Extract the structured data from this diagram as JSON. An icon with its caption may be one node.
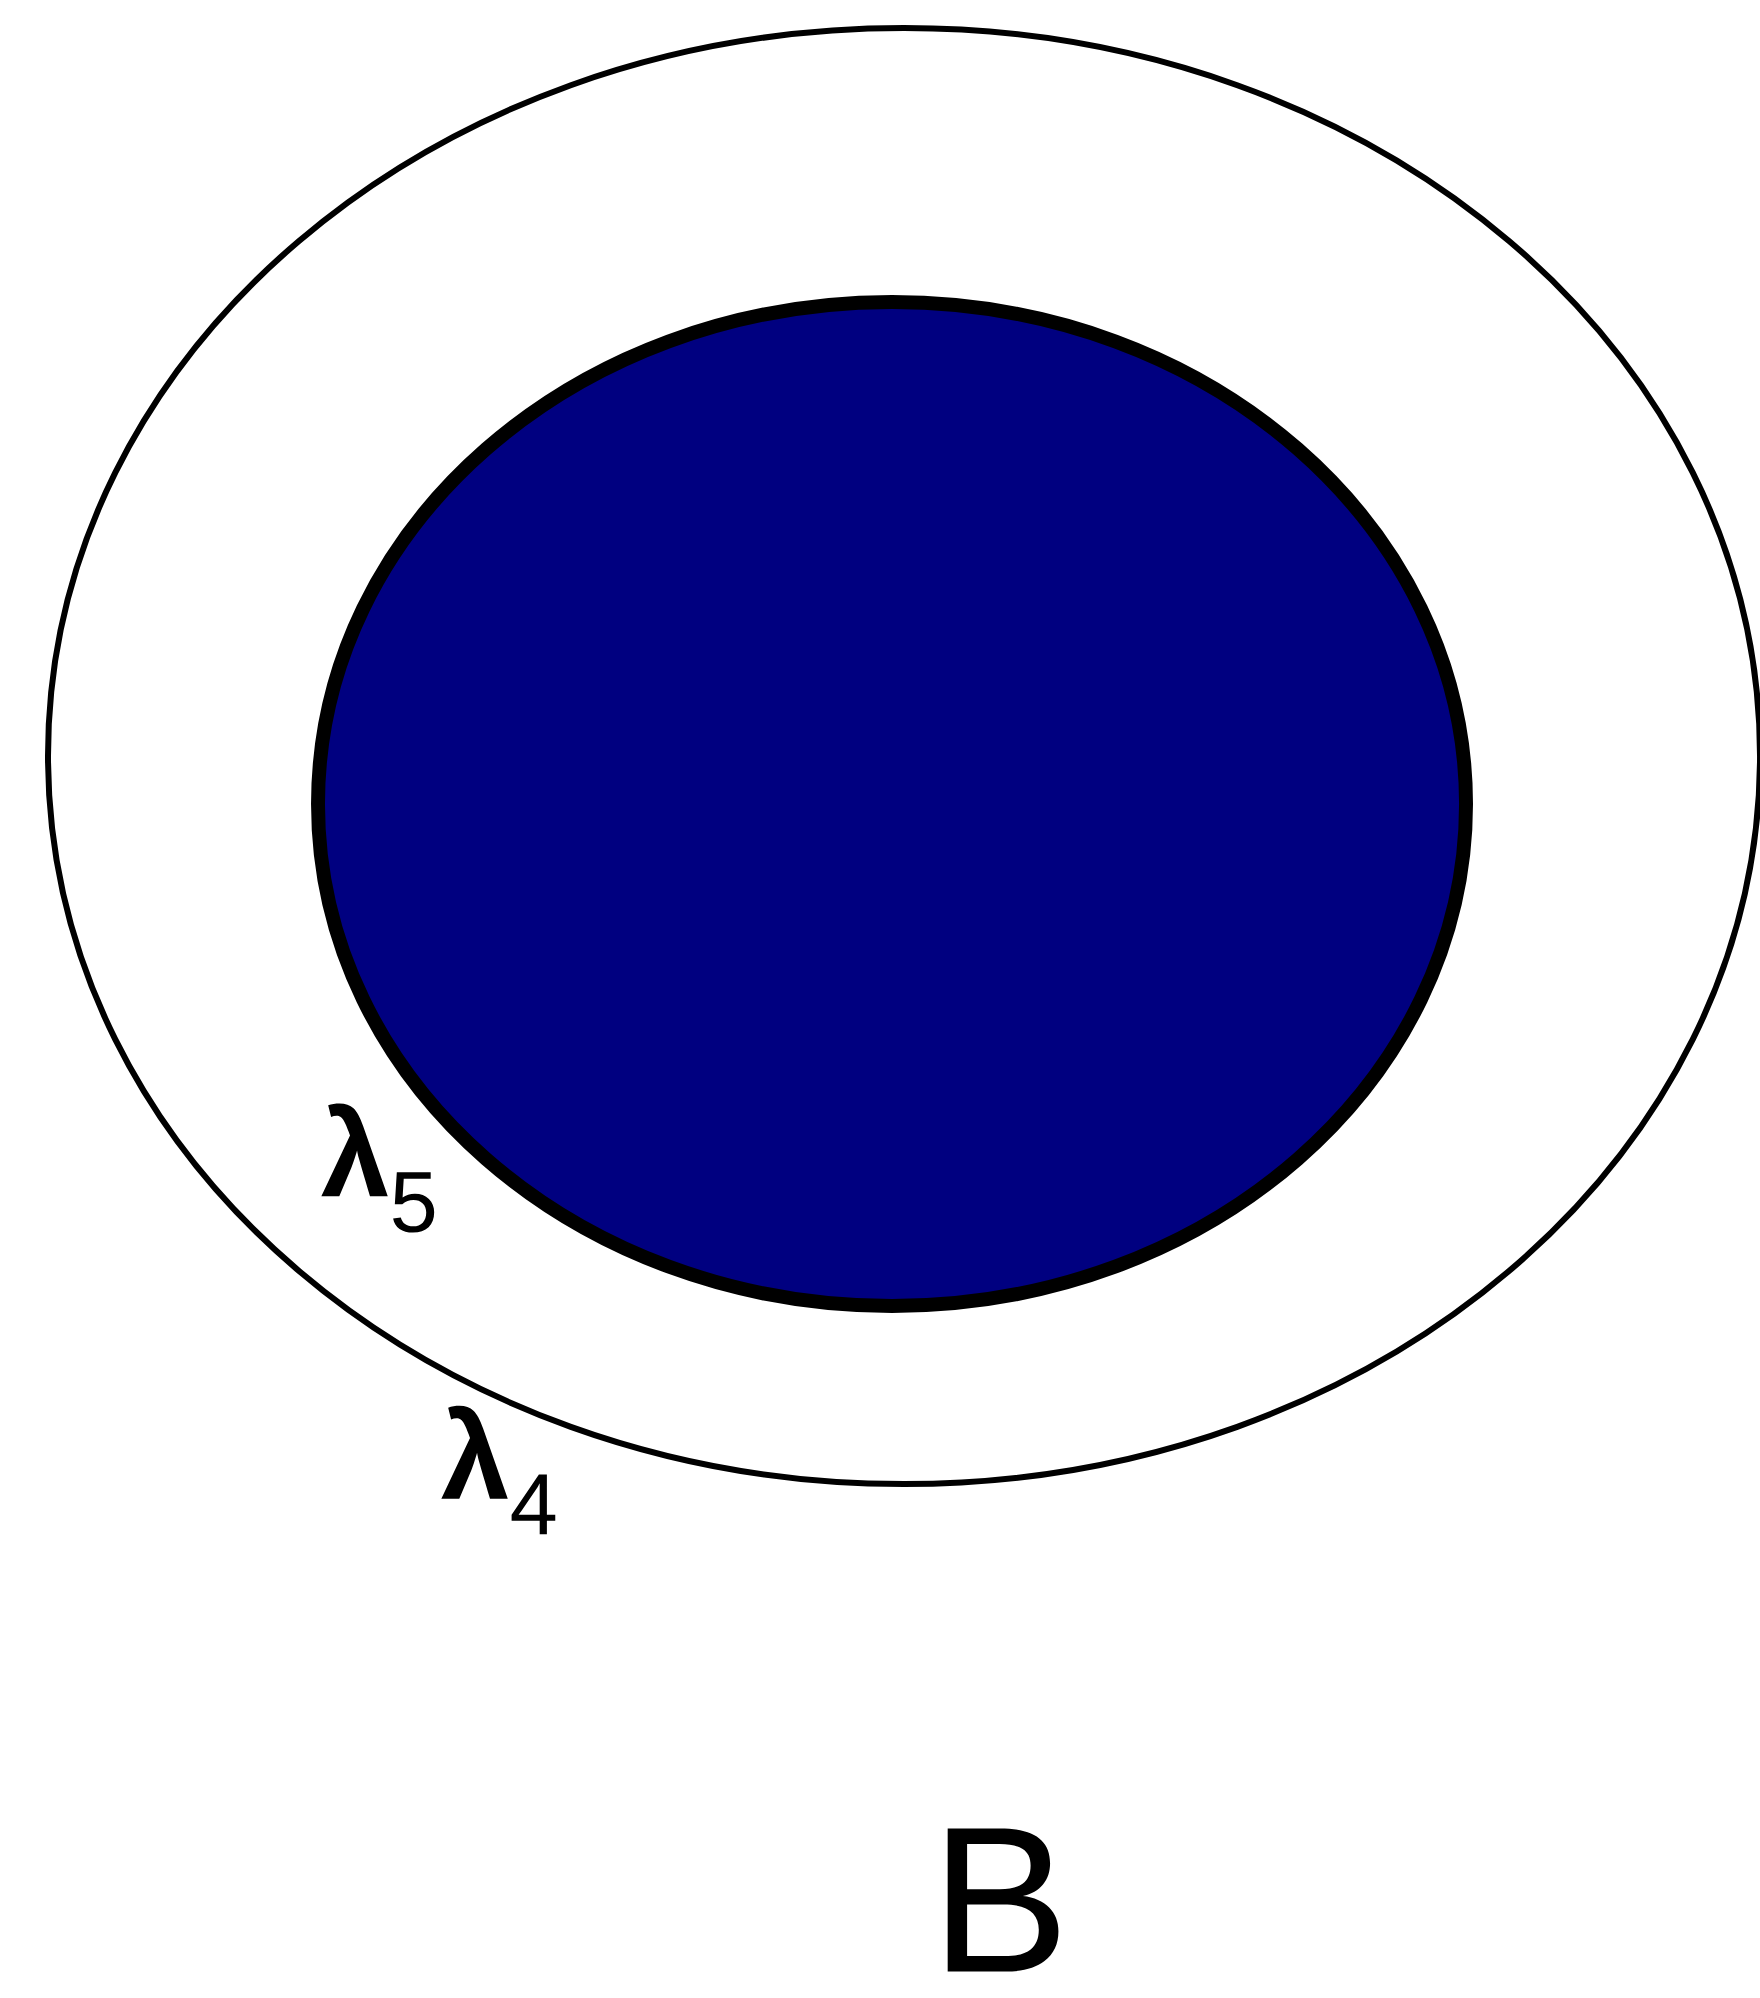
{
  "diagram": {
    "nodes": [
      {
        "text": [],
        "shape": "ellipse",
        "beside": [
          "**λ**$_{4}$"
        ]
      },
      {
        "text": [],
        "shape": "ellipse",
        "in": 0,
        "beside": [
          "**λ**$_{5}$"
        ]
      }
    ],
    "labels": [
      "B"
    ]
  }
}
